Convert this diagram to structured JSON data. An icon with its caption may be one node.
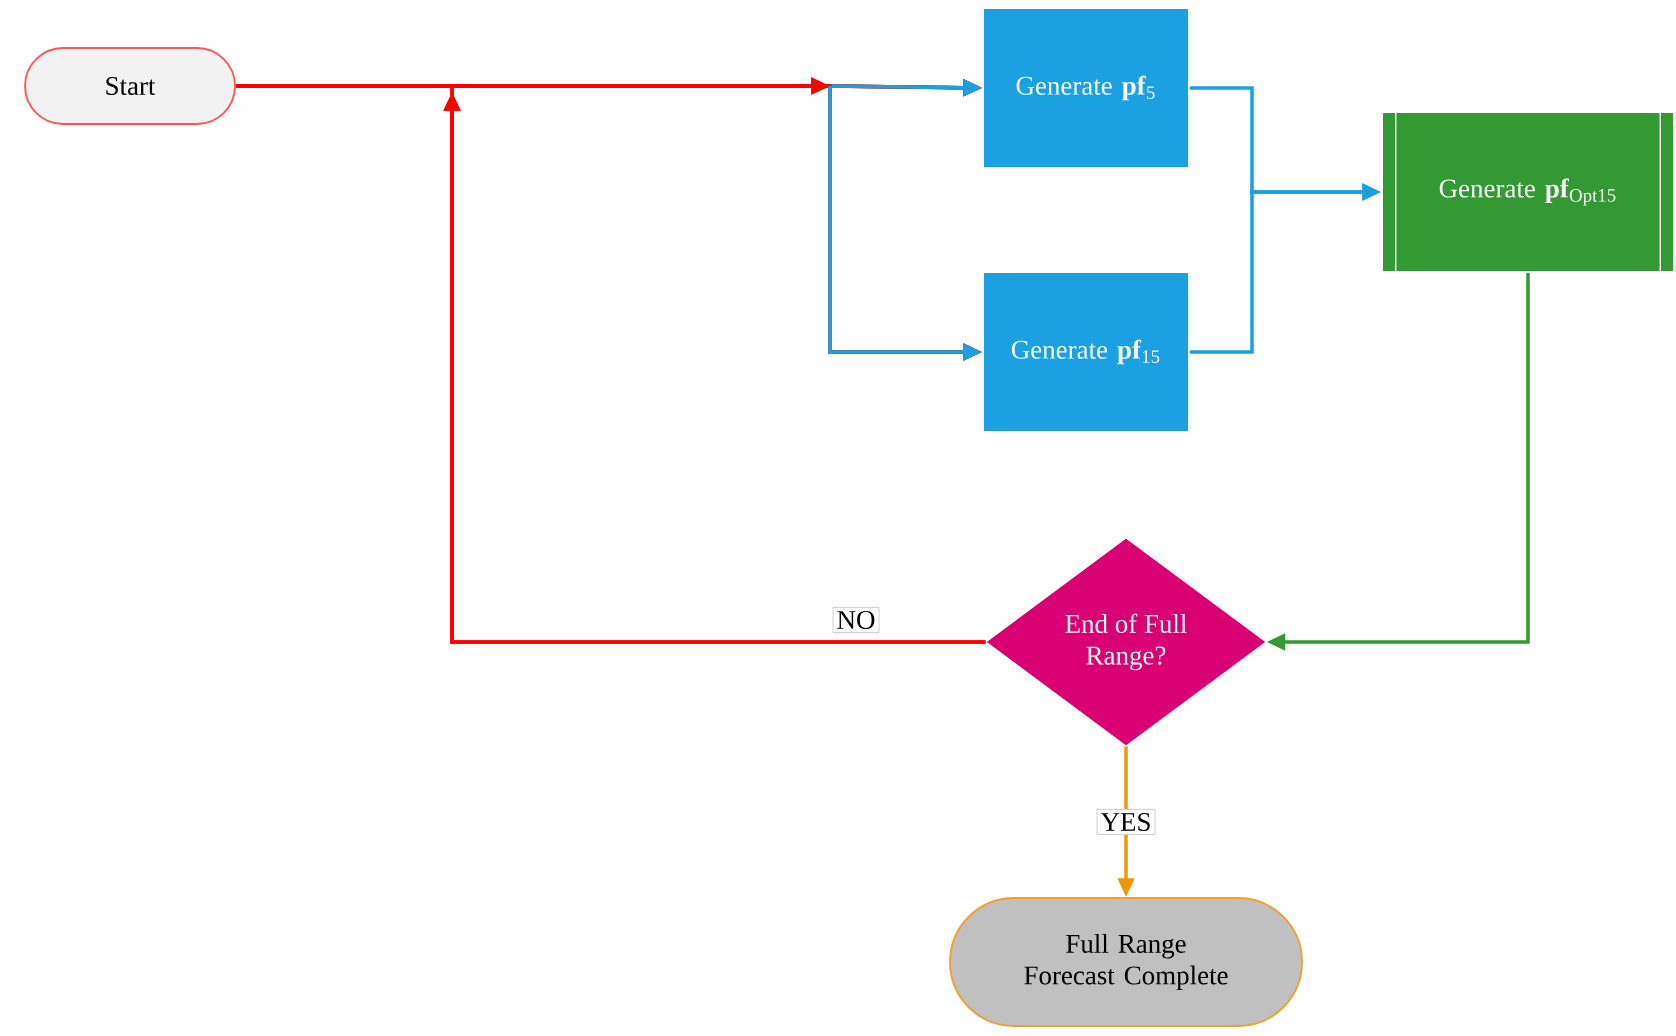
{
  "diagram": {
    "nodes": [
      {
        "text": [
          "Start"
        ]
      },
      {
        "text": [
          "Generate **pf**$_{5}$"
        ]
      },
      {
        "text": [
          "Generate **pf**$_{15}$"
        ]
      },
      {
        "text": [
          "Generate **pf**$_{Opt15}$"
        ]
      },
      {
        "text": [
          "End of Full Range?"
        ]
      },
      {
        "text": [
          "Full Range Forecast Complete"
        ]
      }
    ],
    "edges": [
      {
        "from": 0,
        "to": 1,
        "arrow": "to",
        "color": "#ff0000"
      },
      {
        "from": 0,
        "to": 2,
        "arrow": "to",
        "color": "#ff0000"
      },
      {
        "from": 1,
        "to": 3,
        "arrow": "to",
        "color": "#1ba1e2"
      },
      {
        "from": 2,
        "to": 3,
        "arrow": "to",
        "color": "#1ba1e2"
      },
      {
        "from": 3,
        "to": 4,
        "arrow": "to",
        "color": "#339933"
      },
      {
        "from": 4,
        "to": 1,
        "arrow": "to",
        "label": "NO",
        "color": "#ff0000"
      },
      {
        "from": 4,
        "to": 2,
        "arrow": "to",
        "color": "#ff0000"
      },
      {
        "from": 4,
        "to": 5,
        "arrow": "to",
        "label": "YES",
        "color": "#f09609"
      }
    ]
  }
}
